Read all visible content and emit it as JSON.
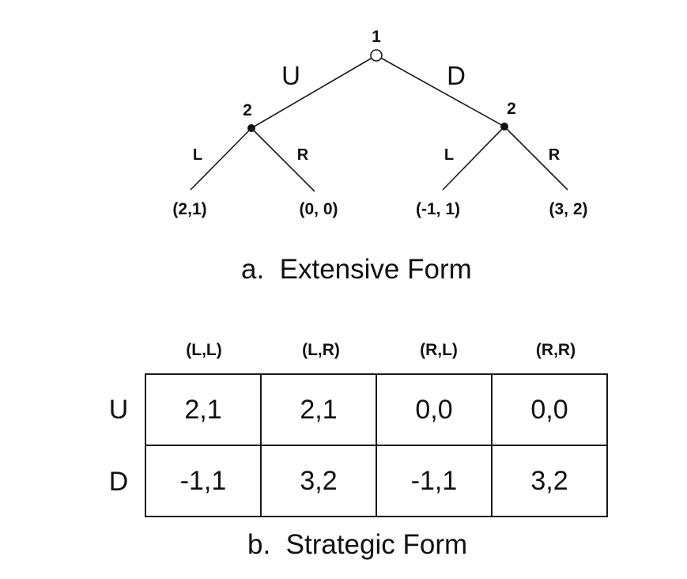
{
  "extensive_form": {
    "root_player": "1",
    "root_actions": [
      "U",
      "D"
    ],
    "second_player": "2",
    "second_actions": [
      "L",
      "R"
    ],
    "payoffs": [
      "(2,1)",
      "(0, 0)",
      "(-1, 1)",
      "(3, 2)"
    ],
    "caption": "a.  Extensive Form"
  },
  "strategic_form": {
    "columns": [
      "(L,L)",
      "(L,R)",
      "(R,L)",
      "(R,R)"
    ],
    "rows": [
      {
        "label": "U",
        "cells": [
          "2,1",
          "2,1",
          "0,0",
          "0,0"
        ]
      },
      {
        "label": "D",
        "cells": [
          "-1,1",
          "3,2",
          "-1,1",
          "3,2"
        ]
      }
    ],
    "caption": "b.  Strategic Form"
  }
}
